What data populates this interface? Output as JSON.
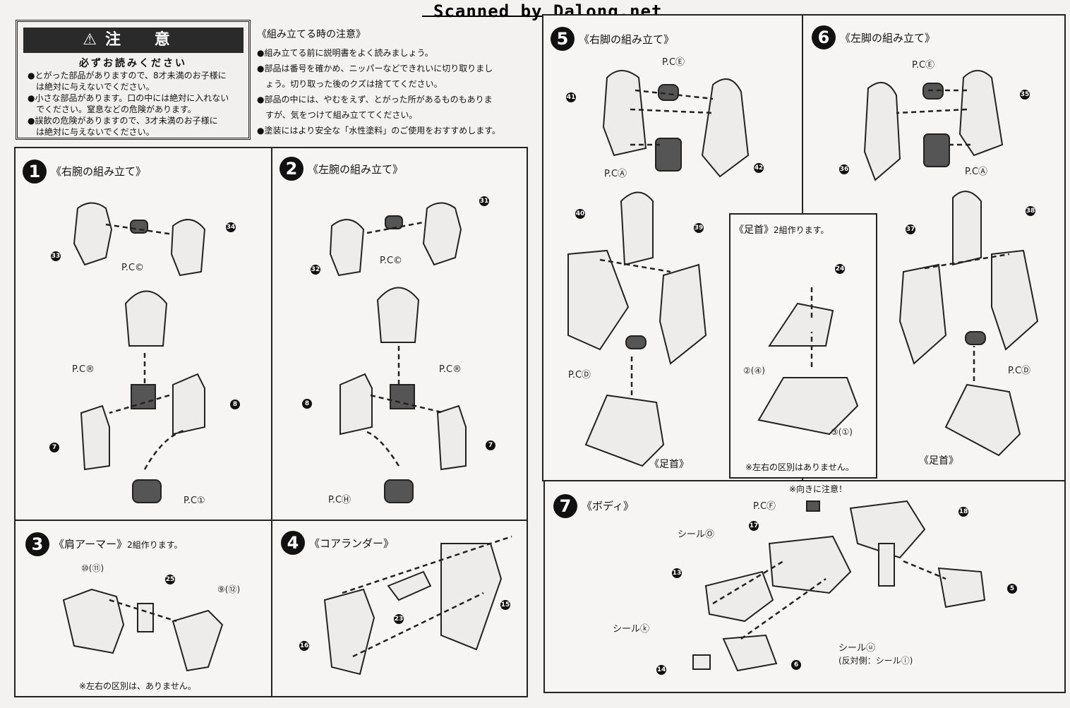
{
  "header": {
    "scan_credit": "Scanned by Dalong.net"
  },
  "caution": {
    "title": "注 意",
    "subtitle": "必ずお読みください",
    "items": [
      "●とがった部品がありますので、8才未満のお子様に",
      "　は絶対に与えないでください。",
      "●小さな部品があります。口の中には絶対に入れない",
      "　でください。窒息などの危険があります。",
      "●誤飲の危険がありますので、3才未満のお子様に",
      "　は絶対に与えないでください。"
    ]
  },
  "notes": {
    "title": "《組み立てる時の注意》",
    "items": [
      "●組み立てる前に説明書をよく読みましょう。",
      "●部品は番号を確かめ、ニッパーなどできれいに切り取りまし",
      "　ょう。切り取った後のクズは捨ててください。",
      "●部品の中には、やむをえず、とがった所があるものもありま",
      "　すが、気をつけて組み立ててください。",
      "●塗装にはより安全な「水性塗料」のご使用をおすすめします。"
    ]
  },
  "steps": {
    "s1": {
      "num": "1",
      "title": "《右腕の組み立て》",
      "labels": {
        "pc_c": "P.C©",
        "pc_b": "P.C®",
        "pc_i": "P.C①"
      },
      "parts": {
        "p33": "33",
        "p34": "34",
        "p8": "8",
        "p7": "7"
      }
    },
    "s2": {
      "num": "2",
      "title": "《左腕の組み立て》",
      "labels": {
        "pc_c": "P.C©",
        "pc_b": "P.C®",
        "pc_h": "P.CⒽ"
      },
      "parts": {
        "p31": "31",
        "p32": "32",
        "p8": "8",
        "p7": "7"
      }
    },
    "s3": {
      "num": "3",
      "title": "《肩アーマー》",
      "suffix": "2組作ります。",
      "parts": {
        "p10": "⑩(⑪)",
        "p25": "25",
        "p9": "⑨(⑫)"
      },
      "note": "※左右の区別は、ありません。"
    },
    "s4": {
      "num": "4",
      "title": "《コアランダー》",
      "parts": {
        "p23": "23",
        "p15": "15",
        "p16": "16"
      }
    },
    "s5": {
      "num": "5",
      "title": "《右脚の組み立て》",
      "labels": {
        "pc_e": "P.CⒺ",
        "pc_a": "P.CⒶ",
        "pc_d": "P.CⒹ",
        "ankle": "《足首》"
      },
      "parts": {
        "p41": "41",
        "p42": "42",
        "p40": "40",
        "p39": "39"
      }
    },
    "s6": {
      "num": "6",
      "title": "《左脚の組み立て》",
      "labels": {
        "pc_e": "P.CⒺ",
        "pc_a": "P.CⒶ",
        "pc_d": "P.CⒹ",
        "ankle": "《足首》"
      },
      "parts": {
        "p35": "35",
        "p36": "36",
        "p37": "37",
        "p38": "38"
      }
    },
    "ankle": {
      "title": "《足首》",
      "suffix": "2組作ります。",
      "parts": {
        "p24": "24",
        "p2": "②(④)",
        "p3": "③(①)"
      },
      "note": "※左右の区別はありません。"
    },
    "s7": {
      "num": "7",
      "title": "《ボディ》",
      "labels": {
        "direction": "※向きに注意！",
        "pc_f": "P.CⒻ",
        "seal_o": "シールⓄ",
        "seal_ki": "シールⓚ",
        "seal_u": "シールⓤ",
        "seal_u_note": "(反対側：シールⓘ)"
      },
      "parts": {
        "p18": "18",
        "p17": "17",
        "p13": "13",
        "p5": "5",
        "p6": "6",
        "p14": "14"
      }
    }
  }
}
